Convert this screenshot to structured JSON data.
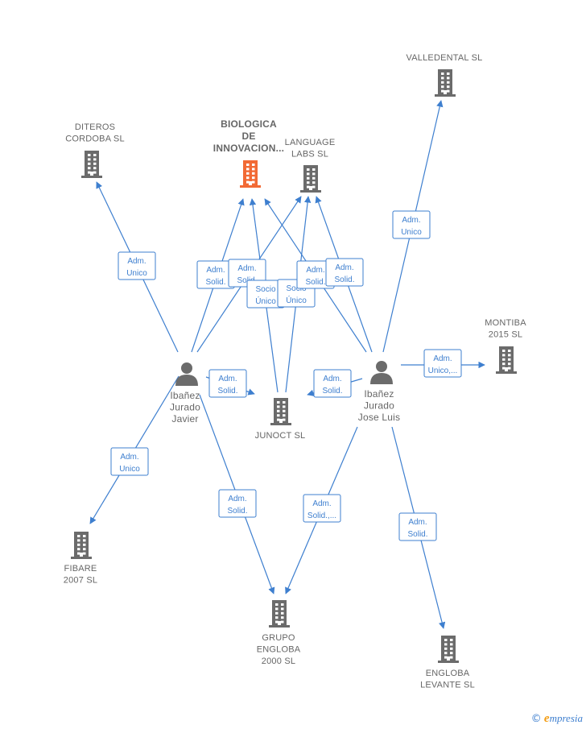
{
  "nodes": [
    {
      "id": "diteros",
      "type": "company",
      "lines": [
        "DITEROS",
        "CORDOBA  SL"
      ]
    },
    {
      "id": "biologica",
      "type": "company",
      "main": true,
      "lines": [
        "BIOLOGICA",
        "DE",
        "INNOVACION..."
      ]
    },
    {
      "id": "language",
      "type": "company",
      "lines": [
        "LANGUAGE",
        "LABS  SL"
      ]
    },
    {
      "id": "valledental",
      "type": "company",
      "lines": [
        "VALLEDENTAL SL"
      ]
    },
    {
      "id": "montiba",
      "type": "company",
      "lines": [
        "MONTIBA",
        "2015  SL"
      ]
    },
    {
      "id": "javier",
      "type": "person",
      "lines": [
        "Ibañez",
        "Jurado",
        "Javier"
      ]
    },
    {
      "id": "joseluis",
      "type": "person",
      "lines": [
        "Ibañez",
        "Jurado",
        "Jose Luis"
      ]
    },
    {
      "id": "junoct",
      "type": "company",
      "lines": [
        "JUNOCT  SL"
      ]
    },
    {
      "id": "fibare",
      "type": "company",
      "lines": [
        "FIBARE",
        "2007  SL"
      ]
    },
    {
      "id": "grupo",
      "type": "company",
      "lines": [
        "GRUPO",
        "ENGLOBA",
        "2000  SL"
      ]
    },
    {
      "id": "engloba",
      "type": "company",
      "lines": [
        "ENGLOBA",
        "LEVANTE  SL"
      ]
    }
  ],
  "edges": [
    {
      "id": "e1",
      "from": "javier",
      "to": "diteros",
      "label": [
        "Adm.",
        "Unico"
      ]
    },
    {
      "id": "e2",
      "from": "javier",
      "to": "biologica",
      "label": [
        "Adm.",
        "Solid."
      ]
    },
    {
      "id": "e3",
      "from": "javier",
      "to": "language",
      "label": [
        "Adm.",
        "Solid."
      ]
    },
    {
      "id": "e4",
      "from": "javier",
      "to": "junoct",
      "label": [
        "Adm.",
        "Solid."
      ]
    },
    {
      "id": "e5",
      "from": "javier",
      "to": "fibare",
      "label": [
        "Adm.",
        "Unico"
      ]
    },
    {
      "id": "e6",
      "from": "javier",
      "to": "grupo",
      "label": [
        "Adm.",
        "Solid."
      ]
    },
    {
      "id": "e7",
      "from": "junoct",
      "to": "biologica",
      "label": [
        "Socio",
        "Único"
      ]
    },
    {
      "id": "e8",
      "from": "junoct",
      "to": "language",
      "label": [
        "Socio",
        "Único"
      ]
    },
    {
      "id": "e9",
      "from": "joseluis",
      "to": "biologica",
      "label": [
        "Adm.",
        "Solid."
      ]
    },
    {
      "id": "e10",
      "from": "joseluis",
      "to": "language",
      "label": [
        "Adm.",
        "Solid."
      ]
    },
    {
      "id": "e11",
      "from": "joseluis",
      "to": "valledental",
      "label": [
        "Adm.",
        "Unico"
      ]
    },
    {
      "id": "e12",
      "from": "joseluis",
      "to": "montiba",
      "label": [
        "Adm.",
        "Unico,..."
      ]
    },
    {
      "id": "e13",
      "from": "joseluis",
      "to": "junoct",
      "label": [
        "Adm.",
        "Solid."
      ]
    },
    {
      "id": "e14",
      "from": "joseluis",
      "to": "grupo",
      "label": [
        "Adm.",
        "Solid.,..."
      ]
    },
    {
      "id": "e15",
      "from": "joseluis",
      "to": "engloba",
      "label": [
        "Adm.",
        "Solid."
      ]
    }
  ],
  "colors": {
    "edge": "#3e7fcf",
    "building": "#6b6b6b",
    "building_main": "#f26a35",
    "label": "#666666"
  },
  "brand": {
    "copyright": "©",
    "initial": "e",
    "name": "mpresia"
  }
}
